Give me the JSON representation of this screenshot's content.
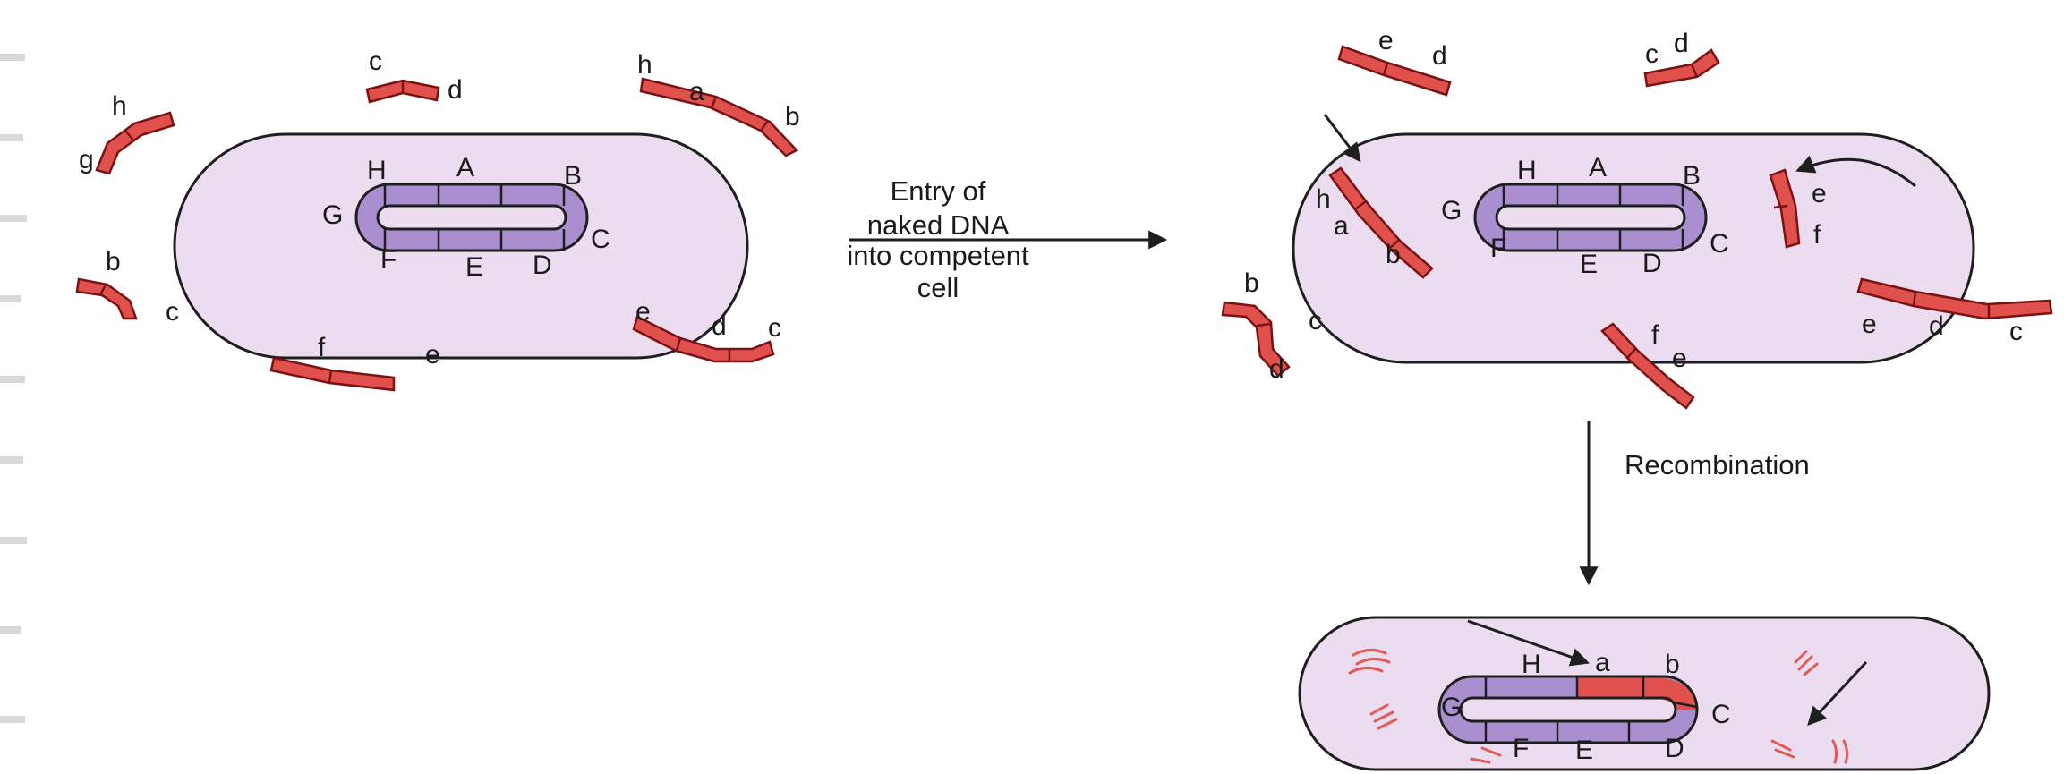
{
  "steps": {
    "entry": [
      "Entry of",
      "naked DNA",
      "into competent",
      "cell"
    ],
    "recombination": "Recombination"
  },
  "chromosome_genes": [
    "H",
    "A",
    "B",
    "C",
    "D",
    "E",
    "F",
    "G"
  ],
  "recombinant_genes": [
    "H",
    "a",
    "b",
    "C",
    "D",
    "E",
    "F",
    "G"
  ],
  "panel1_fragments": [
    [
      "c",
      "d"
    ],
    [
      "h",
      "a",
      "b"
    ],
    [
      "h",
      "g"
    ],
    [
      "b",
      "c"
    ],
    [
      "f",
      "e"
    ],
    [
      "e",
      "d",
      "c"
    ]
  ],
  "panel2_outside_fragments": [
    [
      "e",
      "d"
    ],
    [
      "c",
      "d"
    ],
    [
      "b",
      "c",
      "d"
    ],
    [
      "f",
      "e"
    ],
    [
      "e",
      "d",
      "c"
    ]
  ],
  "panel2_inside_fragments": [
    [
      "h",
      "a",
      "b"
    ],
    [
      "e",
      "f"
    ]
  ],
  "colors": {
    "cell_fill": "#ecdcf0",
    "chromosome": "#a98fd0",
    "donor_dna": "#e0514e",
    "outline": "#1e1e1e"
  }
}
